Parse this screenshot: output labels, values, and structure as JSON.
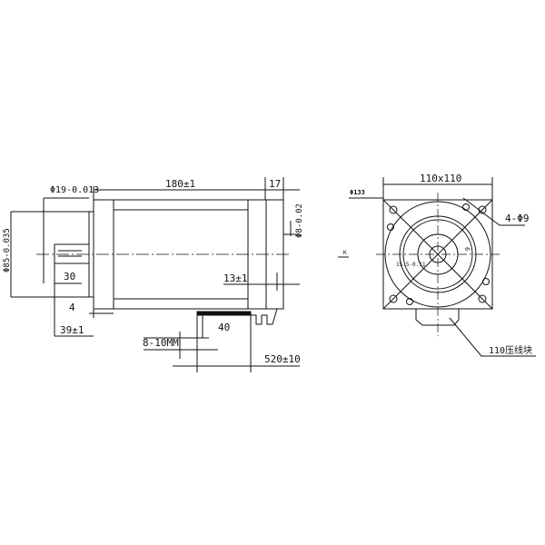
{
  "side_view": {
    "length": "180±1",
    "rear_length": "17",
    "shaft_diameter": "Φ19-0.013",
    "flange_diameter": "Φ85-0.035",
    "rear_shaft_diameter": "Φ8-0.02",
    "shaft_length": "30",
    "flange_thickness": "4",
    "shaft_extension": "39±1",
    "rear_offset": "13±1",
    "cable_diameter": "8-10MM",
    "cable_strip": "40",
    "cable_length": "520±10"
  },
  "front_view": {
    "size": "110x110",
    "bolt_circle": "Φ133",
    "holes": "4-Φ9",
    "section_mark": "K",
    "key_dim": "15.5-0.11",
    "key_width": "6",
    "terminal_block": "110压线块"
  },
  "colors": {
    "line": "#111111",
    "background": "#ffffff"
  }
}
